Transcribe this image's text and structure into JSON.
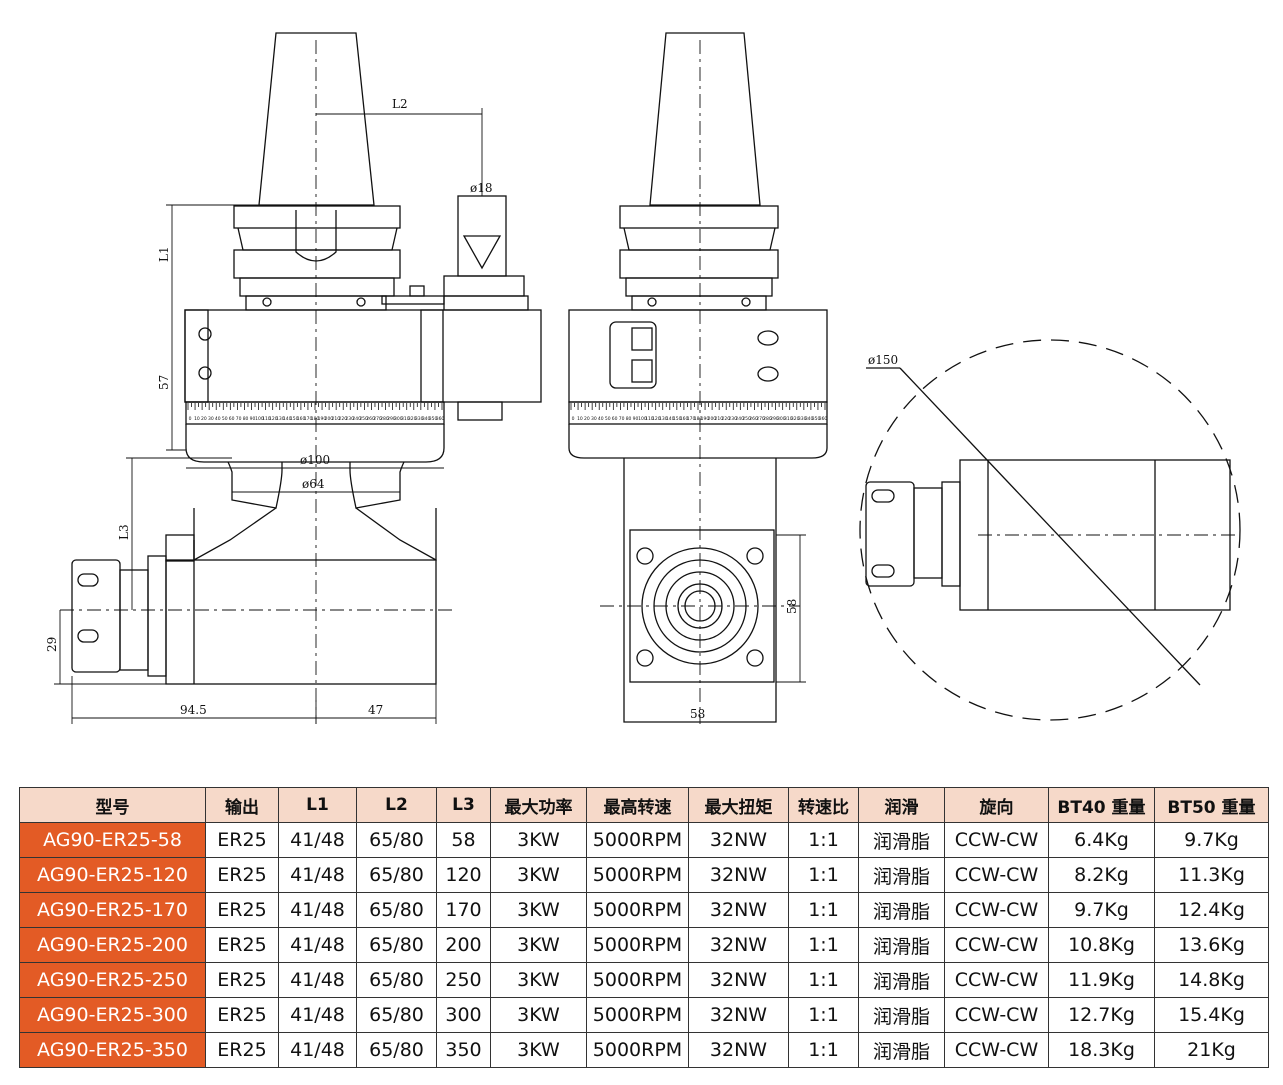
{
  "drawing": {
    "dimensions": {
      "l1": "L1",
      "l2": "L2",
      "l3": "L3",
      "d18": "ø18",
      "h57": "57",
      "d100": "ø100",
      "d64": "ø64",
      "h29": "29",
      "w94_5": "94.5",
      "w47": "47",
      "h58": "58",
      "w58": "58",
      "d150": "ø150"
    },
    "scale_labels": [
      "0",
      "10",
      "20",
      "30",
      "40",
      "50",
      "60",
      "70",
      "80",
      "90",
      "100",
      "110",
      "120",
      "130",
      "140",
      "150",
      "160",
      "170",
      "180",
      "190",
      "200",
      "210",
      "220",
      "230",
      "240",
      "250",
      "260",
      "270",
      "280",
      "290",
      "300",
      "310",
      "320",
      "330",
      "340",
      "350",
      "360"
    ]
  },
  "table": {
    "headers": [
      "型号",
      "输出",
      "L1",
      "L2",
      "L3",
      "最大功率",
      "最高转速",
      "最大扭矩",
      "转速比",
      "润滑",
      "旋向",
      "BT40 重量",
      "BT50 重量"
    ],
    "rows": [
      [
        "AG90-ER25-58",
        "ER25",
        "41/48",
        "65/80",
        "58",
        "3KW",
        "5000RPM",
        "32NW",
        "1:1",
        "润滑脂",
        "CCW-CW",
        "6.4Kg",
        "9.7Kg"
      ],
      [
        "AG90-ER25-120",
        "ER25",
        "41/48",
        "65/80",
        "120",
        "3KW",
        "5000RPM",
        "32NW",
        "1:1",
        "润滑脂",
        "CCW-CW",
        "8.2Kg",
        "11.3Kg"
      ],
      [
        "AG90-ER25-170",
        "ER25",
        "41/48",
        "65/80",
        "170",
        "3KW",
        "5000RPM",
        "32NW",
        "1:1",
        "润滑脂",
        "CCW-CW",
        "9.7Kg",
        "12.4Kg"
      ],
      [
        "AG90-ER25-200",
        "ER25",
        "41/48",
        "65/80",
        "200",
        "3KW",
        "5000RPM",
        "32NW",
        "1:1",
        "润滑脂",
        "CCW-CW",
        "10.8Kg",
        "13.6Kg"
      ],
      [
        "AG90-ER25-250",
        "ER25",
        "41/48",
        "65/80",
        "250",
        "3KW",
        "5000RPM",
        "32NW",
        "1:1",
        "润滑脂",
        "CCW-CW",
        "11.9Kg",
        "14.8Kg"
      ],
      [
        "AG90-ER25-300",
        "ER25",
        "41/48",
        "65/80",
        "300",
        "3KW",
        "5000RPM",
        "32NW",
        "1:1",
        "润滑脂",
        "CCW-CW",
        "12.7Kg",
        "15.4Kg"
      ],
      [
        "AG90-ER25-350",
        "ER25",
        "41/48",
        "65/80",
        "350",
        "3KW",
        "5000RPM",
        "32NW",
        "1:1",
        "润滑脂",
        "CCW-CW",
        "18.3Kg",
        "21Kg"
      ]
    ]
  },
  "colors": {
    "model_cell": "#e35b25",
    "header_bg": "#f6d9c9",
    "line": "#111111"
  }
}
